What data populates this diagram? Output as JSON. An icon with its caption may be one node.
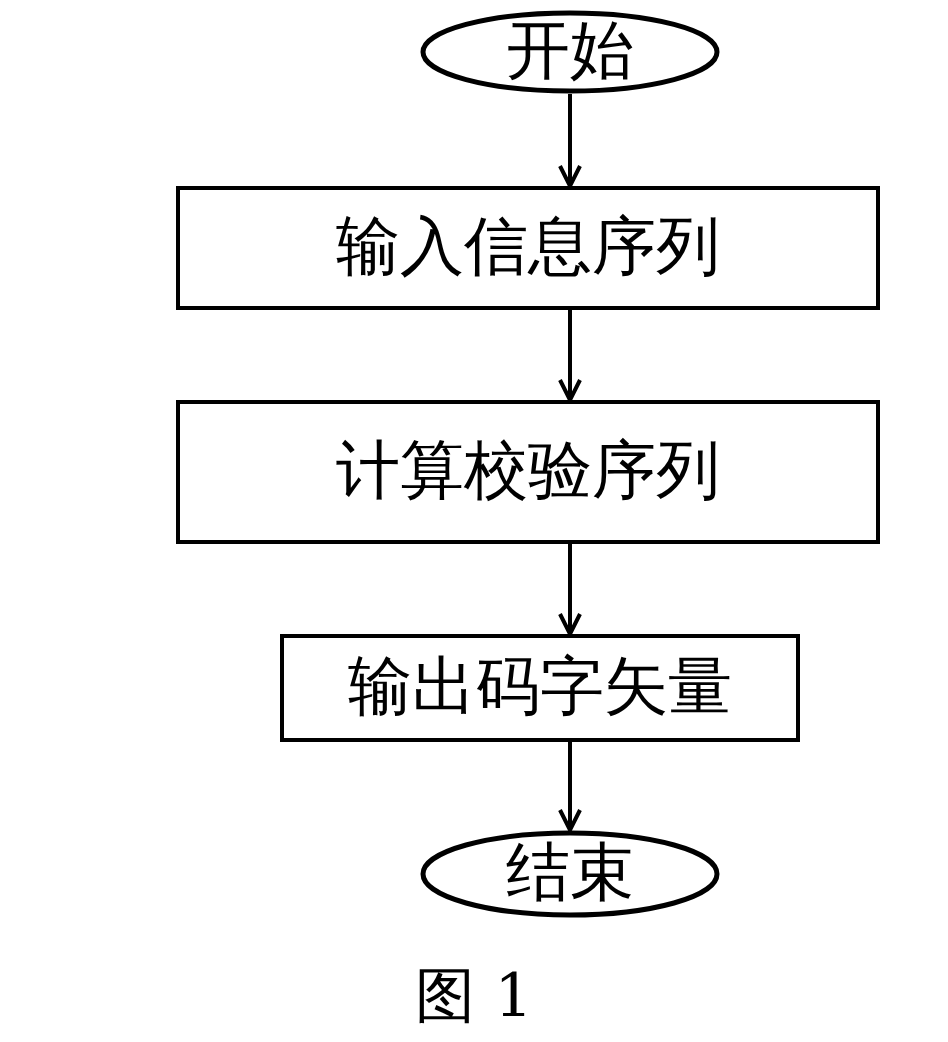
{
  "diagram": {
    "caption": "图 1",
    "nodes": [
      {
        "text": [
          "开始"
        ]
      },
      {
        "text": [
          "输入信息序列"
        ]
      },
      {
        "text": [
          "计算校验序列"
        ]
      },
      {
        "text": [
          "输出码字矢量"
        ]
      },
      {
        "text": [
          "结束"
        ]
      }
    ],
    "edges": [
      {
        "from": 0,
        "to": 1,
        "arrow": "to"
      },
      {
        "from": 1,
        "to": 2,
        "arrow": "to"
      },
      {
        "from": 2,
        "to": 3,
        "arrow": "to"
      },
      {
        "from": 3,
        "to": 4,
        "arrow": "to"
      }
    ]
  }
}
